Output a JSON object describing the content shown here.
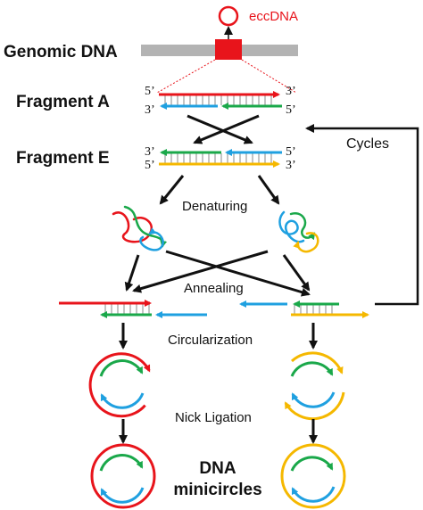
{
  "labels": {
    "genomic_dna": "Genomic DNA",
    "eccdna": "eccDNA",
    "fragment_a": "Fragment A",
    "fragment_e": "Fragment E",
    "denaturing": "Denaturing",
    "annealing": "Annealing",
    "circularization": "Circularization",
    "nick_ligation": "Nick Ligation",
    "cycles": "Cycles",
    "product_line1": "DNA",
    "product_line2": "minicircles"
  },
  "strand_ends": {
    "five_prime": "5’",
    "three_prime": "3’"
  },
  "colors": {
    "red": "#e8141b",
    "green": "#1aa84a",
    "blue": "#1fa0e0",
    "yellow": "#f5b800",
    "gray": "#b3b3b3",
    "black": "#111111"
  }
}
